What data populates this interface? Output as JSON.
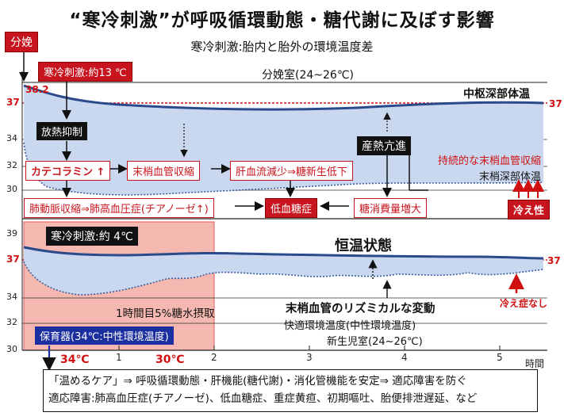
{
  "title": "“寒冷刺激”が呼吸循環動態・糖代謝に及ぼす影響",
  "subtitle": "寒冷刺激:胎内と胎外の環境温度差",
  "top_panel": {
    "birth_label": "分娩",
    "cold_stimulus": "寒冷刺激:約13 ℃",
    "delivery_room": "分娩室(24~26℃)",
    "start_temp": "38.2",
    "core_temp_label": "中枢深部体温",
    "y_ticks": [
      "37",
      "34",
      "32",
      "30"
    ],
    "y_right": "37",
    "heat_suppression": "放熱抑制",
    "catecholamine": "カテコラミン ↑",
    "peripheral_vasoconstriction": "末梢血管収縮",
    "liver_flow": "肝血流減少⇒糖新生低下",
    "heat_production": "産熱亢進",
    "sustained_vasoconstriction": "持続的な末梢血管収縮",
    "peripheral_deep_temp": "末梢深部体温",
    "pulmonary": "肺動脈収縮⇒肺高血圧症(チアノーゼ↑)",
    "hypoglycemia": "低血糖症",
    "glucose_consumption": "糖消費量増大",
    "cold_sensitivity": "冷え性"
  },
  "bottom_panel": {
    "cold_stimulus": "寒冷刺激:約 4℃",
    "homeothermic": "恒温状態",
    "y_ticks": [
      "39",
      "37",
      "34",
      "32",
      "30"
    ],
    "y_right": "37",
    "sugar_water": "1時間目5%糖水摂取",
    "rhythmic_change": "末梢血管のリズミカルな変動",
    "comfortable_temp": "快適環境温度(中性環境温度)",
    "nursery": "新生児室(24~26℃)",
    "no_cold": "冷え症なし",
    "incubator": "保育器(34℃:中性環境温度)",
    "temp_34": "34℃",
    "temp_30": "30℃",
    "x_ticks": [
      "1",
      "2",
      "3",
      "4",
      "5"
    ],
    "x_unit": "時間"
  },
  "notes": {
    "line1": "「温めるケア」⇒ 呼吸循環動態・肝機能(糖代謝)・消化管機能を安定⇒ 適応障害を防ぐ",
    "line2": "適応障害:肺高血圧症(チアノーゼ)、低血糖症、重症黄疸、初期嘔吐、胎便排泄遅延、など"
  },
  "colors": {
    "red": "#c8141e",
    "blue": "#1c2fa0",
    "chart_fill": "#c9d8ee",
    "incubator_fill": "#f4b8b0"
  }
}
